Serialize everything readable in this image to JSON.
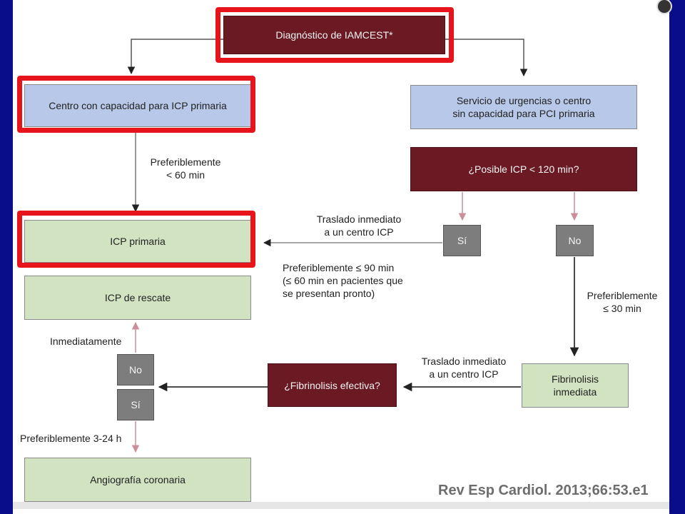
{
  "nodes": {
    "diagnosis": "Diagnóstico de IAMCEST*",
    "center_capable": "Centro con capacidad para ICP primaria",
    "emergency_service": "Servicio de urgencias o centro\nsin capacidad para PCI primaria",
    "possible_icp": "¿Posible ICP < 120 min?",
    "yes_top": "Sí",
    "no_top": "No",
    "icp_primary": "ICP primaria",
    "icp_rescue": "ICP de rescate",
    "no_left": "No",
    "yes_left": "Sí",
    "fibrinolysis_effective": "¿Fibrinolisis efectiva?",
    "fibrinolysis_immediate": "Fibrinolisis\ninmediata",
    "angiography": "Angiografía coronaria"
  },
  "labels": {
    "pref_60": "Preferiblemente\n< 60 min",
    "transfer_icp_1": "Traslado inmediato\na un centro ICP",
    "pref_90": "Preferiblemente ≤ 90 min\n(≤ 60 min en pacientes que\nse presentan pronto)",
    "pref_30": "Preferiblemente\n≤ 30 min",
    "immediately": "Inmediatamente",
    "transfer_icp_2": "Traslado inmediato\na un centro ICP",
    "pref_3_24": "Preferiblemente 3-24 h"
  },
  "citation": "Rev Esp Cardiol. 2013;66:53.e1",
  "colors": {
    "background": "#0a0d8a",
    "highlight": "#e8141c",
    "node_blue": "#b8c8e8",
    "node_green": "#d2e3c2",
    "node_maroon": "#6b1a24",
    "node_gray": "#7d7d7d"
  }
}
